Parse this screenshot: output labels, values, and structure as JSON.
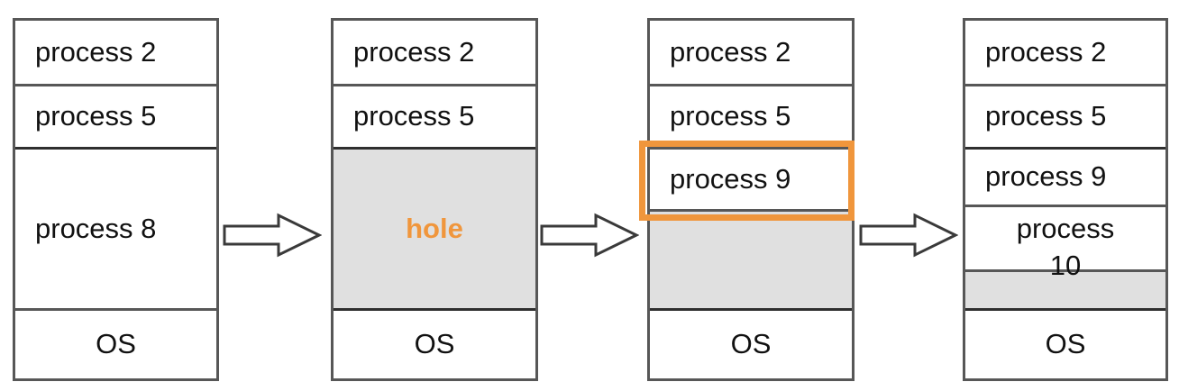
{
  "diagram": {
    "title": "memory allocation states",
    "colors": {
      "block_border": "#575757",
      "divider": "#575757",
      "hole_fill": "#e0e0e0",
      "highlight": "#f0963c",
      "text": "#111111",
      "background": "#ffffff"
    },
    "arrow_icon_name": "right-arrow-icon",
    "arrows": [
      {
        "name": "arrow-1"
      },
      {
        "name": "arrow-2"
      },
      {
        "name": "arrow-3"
      }
    ],
    "blocks": [
      {
        "name": "memory-block-1",
        "regions": [
          {
            "label": "process 2",
            "type": "process",
            "align": "left"
          },
          {
            "label": "process 5",
            "type": "process",
            "align": "left"
          },
          {
            "label": "process 8",
            "type": "process",
            "align": "left"
          },
          {
            "label": "OS",
            "type": "os",
            "align": "center"
          }
        ]
      },
      {
        "name": "memory-block-2",
        "regions": [
          {
            "label": "process 2",
            "type": "process",
            "align": "left"
          },
          {
            "label": "process 5",
            "type": "process",
            "align": "left"
          },
          {
            "label": "hole",
            "type": "hole",
            "align": "center"
          },
          {
            "label": "OS",
            "type": "os",
            "align": "center"
          }
        ]
      },
      {
        "name": "memory-block-3",
        "regions": [
          {
            "label": "process 2",
            "type": "process",
            "align": "left"
          },
          {
            "label": "process 5",
            "type": "process",
            "align": "left"
          },
          {
            "label": "process 9",
            "type": "process",
            "align": "left"
          },
          {
            "label": "",
            "type": "hole",
            "align": "center"
          },
          {
            "label": "OS",
            "type": "os",
            "align": "center"
          }
        ],
        "highlight": {
          "name": "process-9-highlight",
          "target": "process 9"
        }
      },
      {
        "name": "memory-block-4",
        "regions": [
          {
            "label": "process 2",
            "type": "process",
            "align": "left"
          },
          {
            "label": "process 5",
            "type": "process",
            "align": "left"
          },
          {
            "label": "process 9",
            "type": "process",
            "align": "left"
          },
          {
            "label": "process",
            "label2": "10",
            "type": "process",
            "align": "center"
          },
          {
            "label": "",
            "type": "hole",
            "align": "center"
          },
          {
            "label": "OS",
            "type": "os",
            "align": "center"
          }
        ]
      }
    ]
  }
}
